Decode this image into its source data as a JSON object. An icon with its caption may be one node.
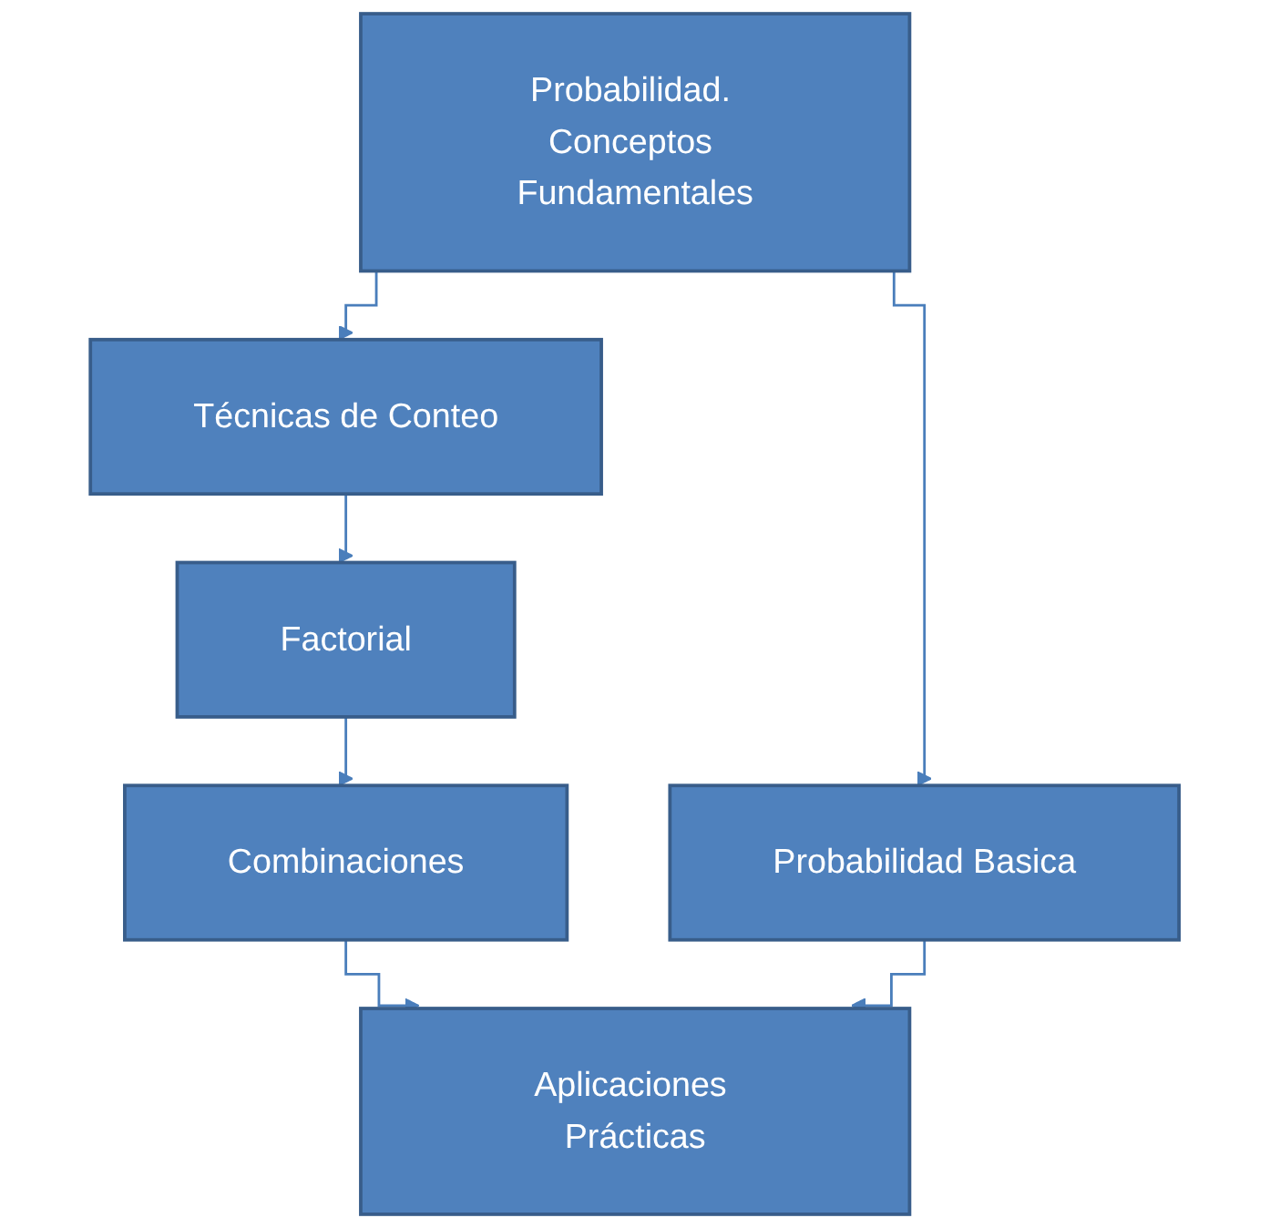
{
  "diagram": {
    "nodes": [
      {
        "text": [
          "Probabilidad. Conceptos Fundamentales"
        ]
      },
      {
        "text": [
          "Técnicas de Conteo"
        ]
      },
      {
        "text": [
          "Factorial"
        ]
      },
      {
        "text": [
          "Combinaciones"
        ]
      },
      {
        "text": [
          "Probabilidad Basica"
        ]
      },
      {
        "text": [
          "Aplicaciones Prácticas"
        ]
      }
    ],
    "edges": [
      {
        "from": 0,
        "to": 1,
        "arrow": "to"
      },
      {
        "from": 0,
        "to": 4,
        "arrow": "to"
      },
      {
        "from": 1,
        "to": 2,
        "arrow": "to"
      },
      {
        "from": 2,
        "to": 3,
        "arrow": "to"
      },
      {
        "from": 3,
        "to": 5,
        "arrow": "to"
      },
      {
        "from": 4,
        "to": 5,
        "arrow": "to"
      }
    ]
  }
}
